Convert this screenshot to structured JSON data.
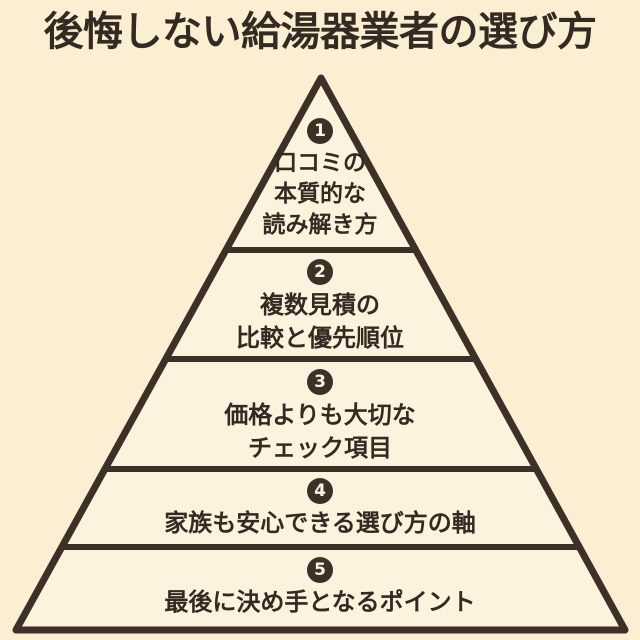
{
  "title": "後悔しない給湯器業者の選び方",
  "colors": {
    "background": "#faeed3",
    "pyramid_fill": "#fcf2dd",
    "stroke": "#3d3027",
    "text": "#342a21",
    "badge_background": "#3d3027",
    "badge_text": "#fcf3e0"
  },
  "diagram": {
    "type": "pyramid",
    "tier_count": 5,
    "tiers": [
      {
        "number": "1",
        "lines": [
          "口コミの",
          "本質的な",
          "読み解き方"
        ]
      },
      {
        "number": "2",
        "lines": [
          "複数見積の",
          "比較と優先順位"
        ]
      },
      {
        "number": "3",
        "lines": [
          "価格よりも大切な",
          "チェック項目"
        ]
      },
      {
        "number": "4",
        "lines": [
          "家族も安心できる選び方の軸"
        ]
      },
      {
        "number": "5",
        "lines": [
          "最後に決め手となるポイント"
        ]
      }
    ]
  }
}
